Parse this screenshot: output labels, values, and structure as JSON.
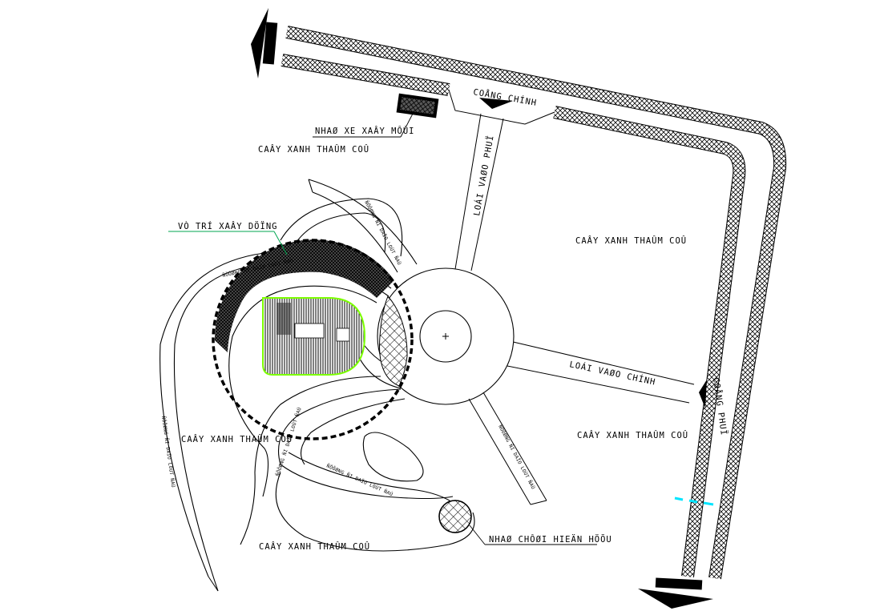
{
  "labels": {
    "main_gate": "COÅNG CHÍNH",
    "side_gate": "COÅNG PHUÏ",
    "parking": "NHAØ XE XAÂY MÔÙI",
    "building_site": "VÒ TRÍ XAÂY DÖÏNG",
    "side_road": "LOÁI VAØO PHUÏ",
    "main_road": "LOÁI VAØO CHÍNH",
    "playhouse": "NHAØ CHÔØI HIEÄN HÖÕU",
    "footpath": "ÑÖÔØNG ÑI DAÏO LOÙT ÑAÙ",
    "green_1": "CAÂY XANH THAÛM COÛ",
    "green_2": "CAÂY XANH THAÛM COÛ",
    "green_3": "CAÂY XANH THAÛM COÛ",
    "green_4": "CAÂY XANH THAÛM COÛ",
    "green_5": "CAÂY XANH THAÛM COÛ"
  },
  "colors": {
    "line": "#000000",
    "site_outline": "#7cff00",
    "leader_green": "#00a651",
    "marker_cyan": "#00e5ff"
  }
}
